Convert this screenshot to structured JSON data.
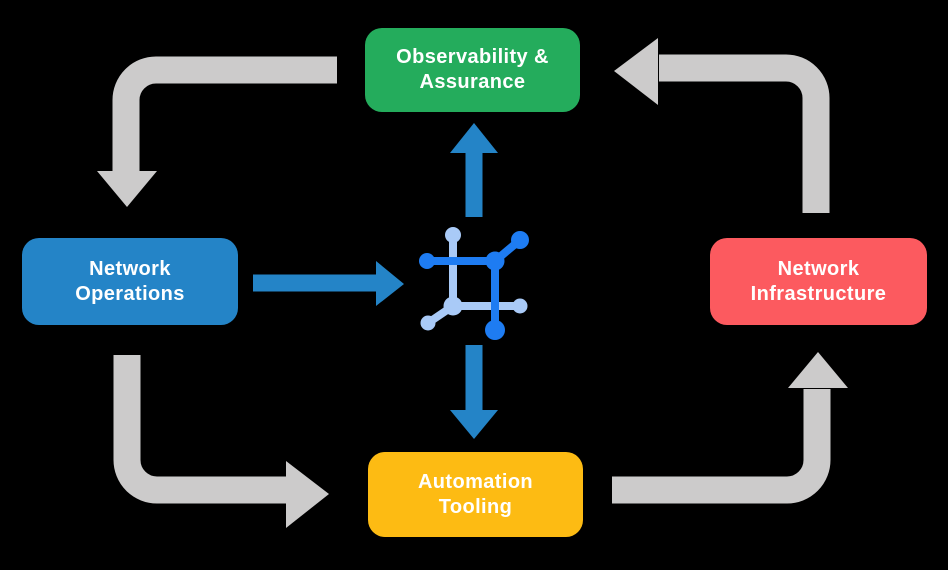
{
  "diagram": {
    "colors": {
      "background": "#000000",
      "cycle_arrow": "#CCCBCB",
      "flow_arrow": "#2484C7",
      "icon_dark": "#1E7CF2",
      "icon_light": "#A9CAF7",
      "label_text": "#FFFFFF"
    },
    "nodes": {
      "observability": {
        "label": "Observability & Assurance",
        "lines": [
          "Observability &",
          "Assurance"
        ],
        "color": "#24AC5C"
      },
      "operations": {
        "label": "Network Operations",
        "lines": [
          "Network",
          "Operations"
        ],
        "color": "#2484C7"
      },
      "infrastructure": {
        "label": "Network Infrastructure",
        "lines": [
          "Network",
          "Infrastructure"
        ],
        "color": "#FC5A5F"
      },
      "automation": {
        "label": "Automation Tooling",
        "lines": [
          "Automation",
          "Tooling"
        ],
        "color": "#FDBB13"
      }
    },
    "center_icon": {
      "name": "network-automation-icon"
    },
    "cycle_arrows": [
      {
        "from": "observability",
        "to": "operations"
      },
      {
        "from": "operations",
        "to": "automation"
      },
      {
        "from": "automation",
        "to": "infrastructure"
      },
      {
        "from": "infrastructure",
        "to": "observability"
      }
    ],
    "flow_arrows": [
      {
        "from": "operations",
        "to": "center-icon"
      },
      {
        "from": "center-icon",
        "to": "observability"
      },
      {
        "from": "center-icon",
        "to": "automation"
      }
    ]
  }
}
